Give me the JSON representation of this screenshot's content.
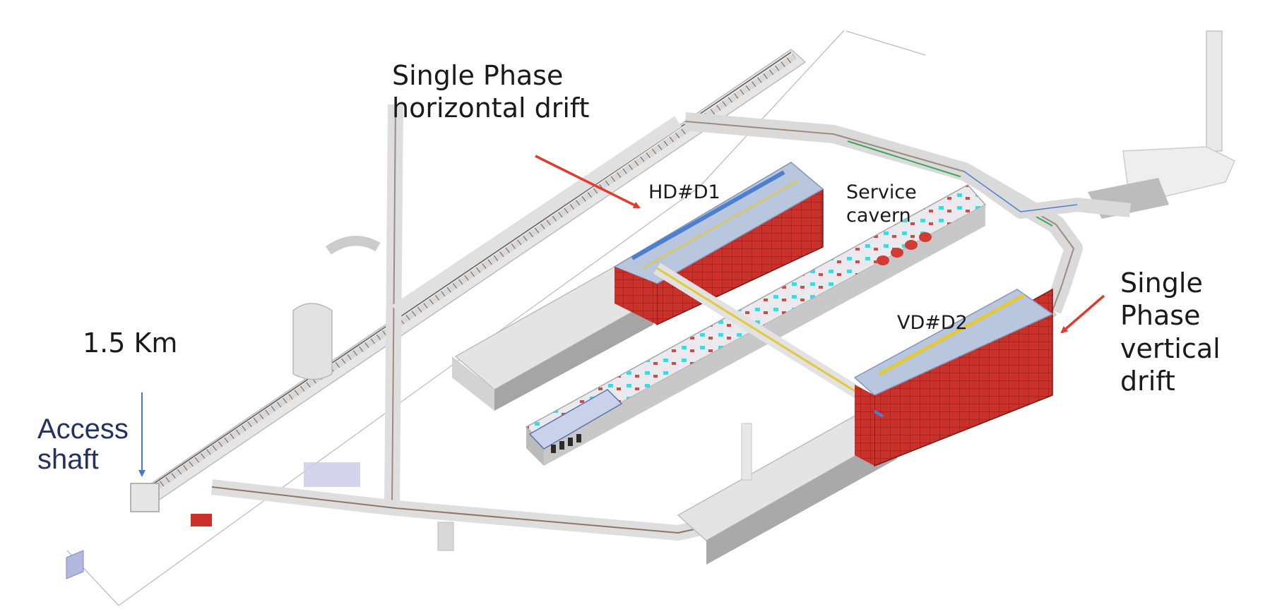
{
  "labels": {
    "hd_title": "Single Phase\nhorizontal drift",
    "hd_tag": "HD#D1",
    "service": "Service\ncavern",
    "vd_title": "Single\nPhase\nvertical\ndrift",
    "vd_tag": "VD#D2",
    "distance": "1.5 Km",
    "shaft": "Access\nshaft"
  },
  "colors": {
    "arrow_red": "#e23b2e",
    "arrow_blue": "#4a78c8",
    "shaft_text": "#24325e",
    "detector_red": "#c9312a",
    "tunnel": "#dcdcdc",
    "tunnel_edge": "#b9b9b9",
    "floor_grey": "#a9a9a9",
    "pipe_yellow": "#e3c93a",
    "pipe_blue": "#4d7fd1",
    "pipe_cyan": "#42d7e6",
    "pipe_green": "#3aa65a"
  }
}
